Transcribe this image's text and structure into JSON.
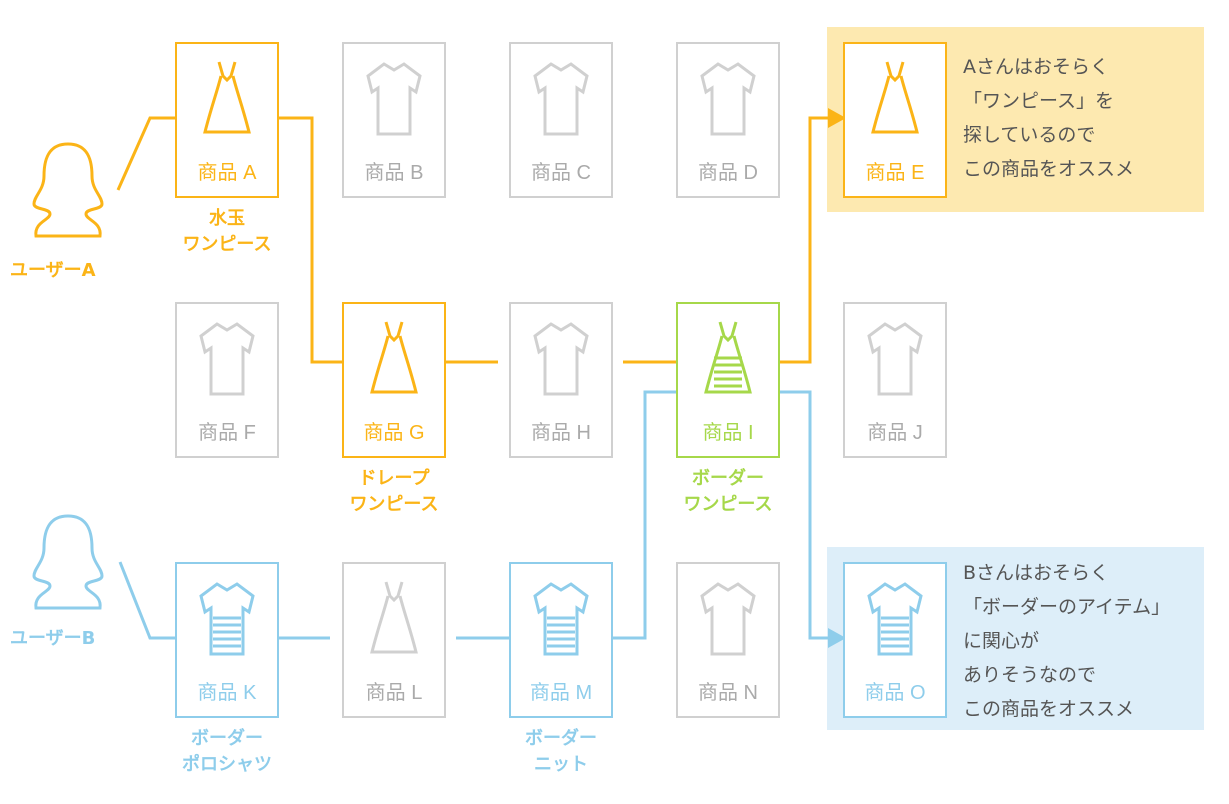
{
  "colors": {
    "orange": "#fbb417",
    "green": "#a6d84a",
    "blue": "#8ecdeb",
    "gray": "#d0d0d0"
  },
  "users": [
    {
      "label": "ユーザーA"
    },
    {
      "label": "ユーザーB"
    }
  ],
  "products": [
    {
      "label": "商品 A",
      "icon": "dress-polka-icon"
    },
    {
      "label": "商品 B",
      "icon": "hoodie-icon"
    },
    {
      "label": "商品 C",
      "icon": "shirt-icon"
    },
    {
      "label": "商品 D",
      "icon": "down-jacket-icon"
    },
    {
      "label": "商品 E",
      "icon": "ruffle-dress-icon"
    },
    {
      "label": "商品 F",
      "icon": "cardigan-icon"
    },
    {
      "label": "商品 G",
      "icon": "drape-dress-icon"
    },
    {
      "label": "商品 H",
      "icon": "tshirt-icon"
    },
    {
      "label": "商品 I",
      "icon": "border-dress-icon"
    },
    {
      "label": "商品 J",
      "icon": "jacket-icon"
    },
    {
      "label": "商品 K",
      "icon": "polo-icon"
    },
    {
      "label": "商品 L",
      "icon": "peplum-dress-icon"
    },
    {
      "label": "商品 M",
      "icon": "knit-icon"
    },
    {
      "label": "商品 N",
      "icon": "vest-icon"
    },
    {
      "label": "商品 O",
      "icon": "border-tee-icon"
    }
  ],
  "captions": {
    "a": [
      "水玉",
      "ワンピース"
    ],
    "g": [
      "ドレープ",
      "ワンピース"
    ],
    "i": [
      "ボーダー",
      "ワンピース"
    ],
    "k": [
      "ボーダー",
      "ポロシャツ"
    ],
    "m": [
      "ボーダー",
      "ニット"
    ]
  },
  "notes": {
    "a": [
      "Aさんはおそらく",
      "「ワンピース」を",
      "探しているので",
      "この商品をオススメ"
    ],
    "b": [
      "Bさんはおそらく",
      "「ボーダーのアイテム」",
      "に関心が",
      "ありそうなので",
      "この商品をオススメ"
    ]
  }
}
